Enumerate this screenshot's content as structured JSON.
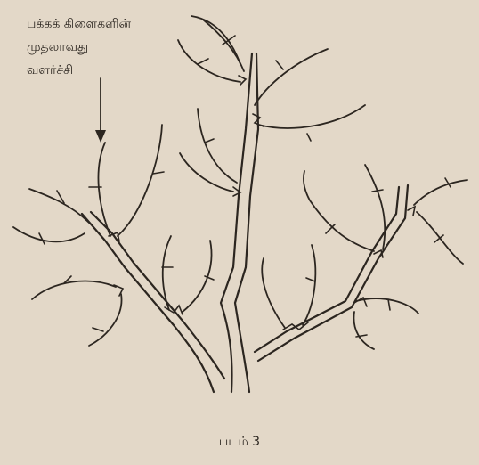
{
  "annotation": {
    "line1": "பக்கக் கிளைகளின்",
    "line2": "முதலாவது",
    "line3": "வளர்ச்சி"
  },
  "caption": "படம் 3"
}
